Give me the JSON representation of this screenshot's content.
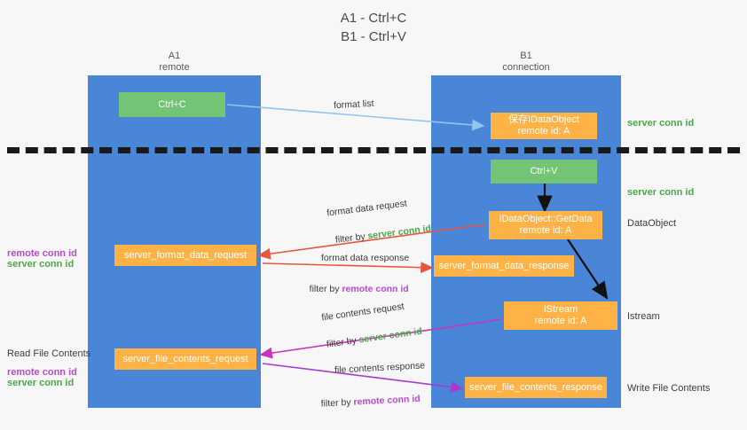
{
  "title": "A1 - Ctrl+C\nB1 - Ctrl+V",
  "lanes": {
    "left": {
      "name": "A1",
      "role": "remote",
      "label": "A1\nremote"
    },
    "right": {
      "name": "B1",
      "role": "connection",
      "label": "B1\nconnection"
    }
  },
  "colors": {
    "lane": "#4a86d8",
    "green_box": "#74c476",
    "orange_box": "#ffb347",
    "server_conn": "#4aa84a",
    "remote_conn": "#b84ad0",
    "arrow_format_list": "#8ec6f0",
    "arrow_format_data": "#e8553f",
    "arrow_file_contents": "#cc33bb",
    "arrow_black": "#111111",
    "background": "#f7f7f7"
  },
  "boxes": [
    {
      "id": "ctrl-c",
      "text": "Ctrl+C",
      "style": "green"
    },
    {
      "id": "save-idataobject",
      "text": "保存IDataObject\nremote id: A",
      "style": "orange"
    },
    {
      "id": "ctrl-v",
      "text": "Ctrl+V",
      "style": "green"
    },
    {
      "id": "idataobject-getdata",
      "text": "IDataObject::GetData\nremote id: A",
      "style": "orange"
    },
    {
      "id": "server-format-data-request",
      "text": "server_format_data_request",
      "style": "orange"
    },
    {
      "id": "server-format-data-response",
      "text": "server_format_data_response",
      "style": "orange"
    },
    {
      "id": "istream",
      "text": "IStream\nremote id: A",
      "style": "orange"
    },
    {
      "id": "server-file-contents-request",
      "text": "server_file_contents_request",
      "style": "orange"
    },
    {
      "id": "server-file-contents-response",
      "text": "server_file_contents_response",
      "style": "orange"
    }
  ],
  "side_labels": {
    "server_conn_top": "server conn id",
    "server_conn_second": "server conn id",
    "dataobject": "DataObject",
    "istream": "Istream",
    "write_file_contents": "Write File Contents",
    "read_file_contents": "Read File Contents",
    "remote_conn_mid": "remote conn id",
    "server_conn_mid": "server conn id",
    "remote_conn_low": "remote conn id",
    "server_conn_low": "server conn id"
  },
  "edges": {
    "format_list": "format list",
    "format_data_request": "format data request",
    "format_data_request_filter_prefix": "filter by ",
    "format_data_request_filter_value": "server conn id",
    "format_data_response": "format data response",
    "format_data_response_filter_prefix": "filter by ",
    "format_data_response_filter_value": "remote conn id",
    "file_contents_request": "file contents request",
    "file_contents_request_filter_prefix": "filter by ",
    "file_contents_request_filter_value": "server conn id",
    "file_contents_response": "file contents response",
    "file_contents_response_filter_prefix": "filter by ",
    "file_contents_response_filter_value": "remote conn id"
  }
}
